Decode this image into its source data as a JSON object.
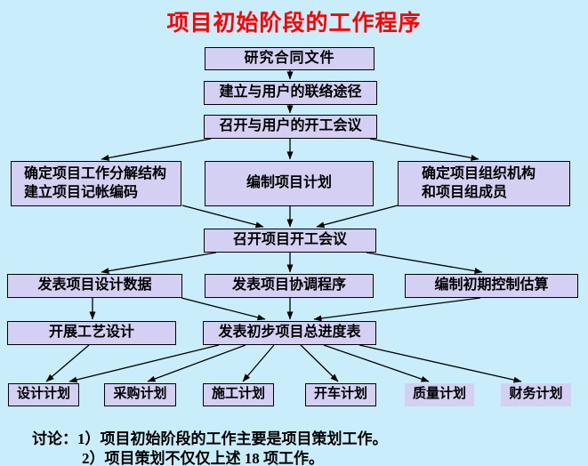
{
  "title": "项目初始阶段的工作程序",
  "flow": {
    "research_contract": "研究合同文件",
    "establish_liaison": "建立与用户的联络途径",
    "user_kickoff_meeting": "召开与用户的开工会议",
    "wbs_accounting": "确定项目工作分解结构\n建立项目记帐编码",
    "project_plan": "编制项目计划",
    "org_structure": "确定项目组织机构\n和项目组成员",
    "project_kickoff_meeting": "召开项目开工会议",
    "publish_design_data": "发表项目设计数据",
    "publish_coordination": "发表项目协调程序",
    "initial_control_estimate": "编制初期控制估算",
    "process_design": "开展工艺设计",
    "preliminary_master_schedule": "发表初步项目总进度表",
    "plans": [
      "设计计划",
      "采购计划",
      "施工计划",
      "开车计划",
      "质量计划",
      "财务计划"
    ]
  },
  "discussion": {
    "line1": "讨论：1）项目初始阶段的工作主要是项目策划工作。",
    "line2": "2）项目策划不仅仅上述 18 项工作。"
  },
  "colors": {
    "background": "#c9edfa",
    "box_fill": "#d3d0f3",
    "box_border": "#000000",
    "title_color": "#ff0000",
    "text_color": "#000000",
    "arrow_color": "#000000"
  }
}
